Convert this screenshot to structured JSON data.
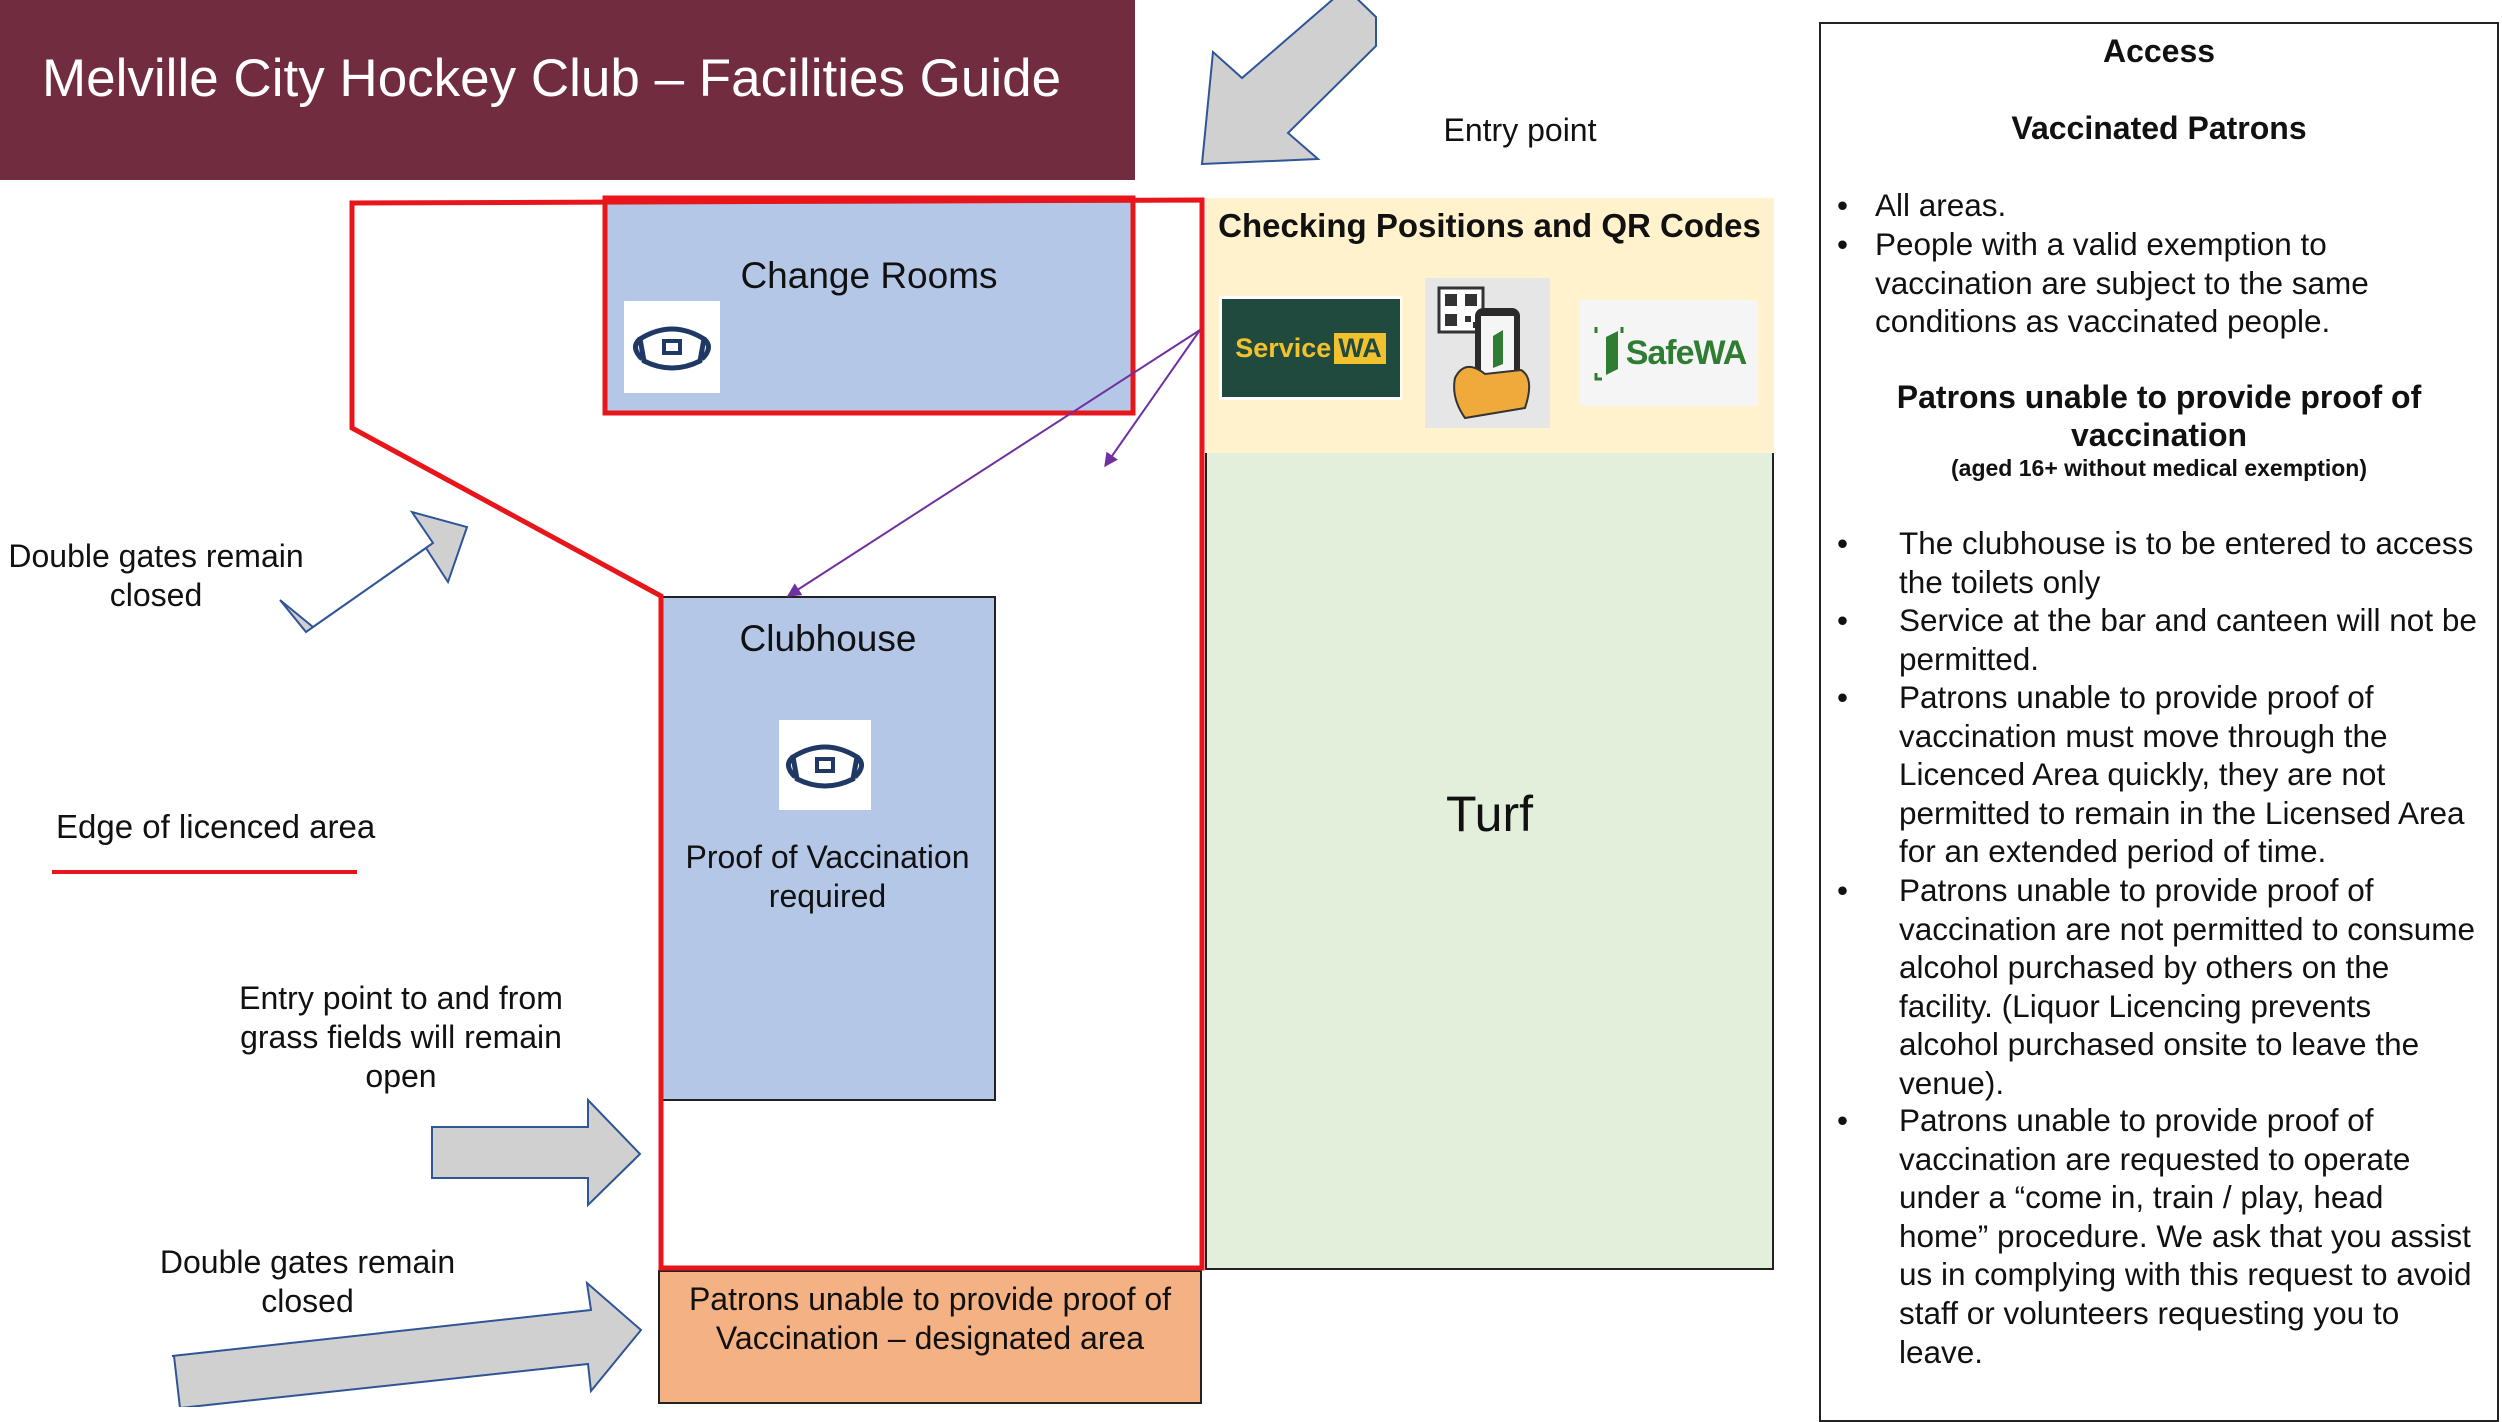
{
  "banner": {
    "title": "Melville City Hockey Club – Facilities Guide"
  },
  "labels": {
    "entry_point_top": "Entry point",
    "double_gates_upper": "Double gates remain closed",
    "entry_point_grass": "Entry point to and from grass fields will remain open",
    "double_gates_lower": "Double gates remain closed",
    "edge_of_licenced_area": "Edge of licenced area"
  },
  "rooms": {
    "change_rooms": "Change Rooms",
    "clubhouse": "Clubhouse",
    "clubhouse_note": "Proof of Vaccination required",
    "turf": "Turf",
    "designated_area": "Patrons unable to provide proof of Vaccination – designated area"
  },
  "checking": {
    "title": "Checking Positions and QR Codes",
    "logos": [
      {
        "name": "service-wa-logo",
        "text_service": "Service",
        "text_wa": "WA"
      },
      {
        "name": "qr-phone-logo"
      },
      {
        "name": "safewa-logo",
        "text": "SafeWA"
      }
    ]
  },
  "access_panel": {
    "heading": "Access",
    "vaccinated_heading": "Vaccinated Patrons",
    "vaccinated_bullets": [
      "All areas.",
      "People with a valid exemption to vaccination are subject to the same conditions as vaccinated people."
    ],
    "unvaccinated_heading": "Patrons unable to provide proof of vaccination",
    "unvaccinated_subheading": "(aged 16+ without medical exemption)",
    "unvaccinated_bullets": [
      "The clubhouse is to be entered to access the toilets only",
      "Service at the bar and canteen will not be permitted.",
      "Patrons unable to provide proof of vaccination must move through the Licenced Area quickly, they are not permitted to remain in the Licensed Area for an extended period of time.",
      "Patrons unable to provide proof of vaccination are not permitted to consume alcohol purchased by others on the facility. (Liquor Licencing prevents alcohol purchased onsite to leave the venue).",
      "Patrons unable to provide proof of vaccination are requested to operate under a “come in, train / play, head home” procedure. We ask that you assist us in complying with this request to avoid staff or volunteers requesting you to leave."
    ]
  },
  "colors": {
    "banner": "#722c3f",
    "room": "#b4c7e7",
    "checking": "#fff2cc",
    "turf": "#e2efda",
    "designated": "#f4b183",
    "licence_edge": "#e8161b",
    "arrow_fill": "#d0d0d0",
    "arrow_stroke": "#2f5597",
    "pointer": "#7030a0"
  }
}
